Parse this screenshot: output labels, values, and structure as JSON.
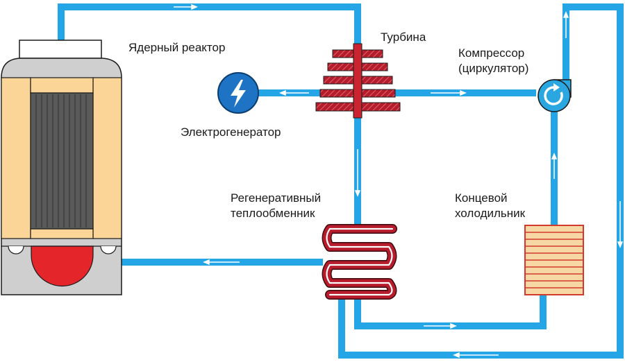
{
  "colors": {
    "pipe": "#23a5e6",
    "reactor_body": "#cfcfcf",
    "fuel_panel": "#fbd597",
    "core": "#5a5a5a",
    "core_bottom": "#e4262b",
    "turbine": "#b71c2c",
    "generator": "#1e73c4",
    "exchanger_tube": "#b71c2c",
    "cooler": "#f7d8a4",
    "cooler_lines": "#d23a2b",
    "compressor": "#2aa6e0"
  },
  "labels": {
    "reactor": "Ядерный реактор",
    "turbine": "Турбина",
    "compressor_line1": "Компрессор",
    "compressor_line2": "(циркулятор)",
    "generator": "Электрогенератор",
    "regenerator_line1": "Регенеративный",
    "regenerator_line2": "теплообменник",
    "cooler_line1": "Концевой",
    "cooler_line2": "холодильник"
  },
  "icons": {
    "generator": "lightning-bolt-icon",
    "compressor": "circulation-arrow-icon",
    "flow": "arrow-icon"
  }
}
